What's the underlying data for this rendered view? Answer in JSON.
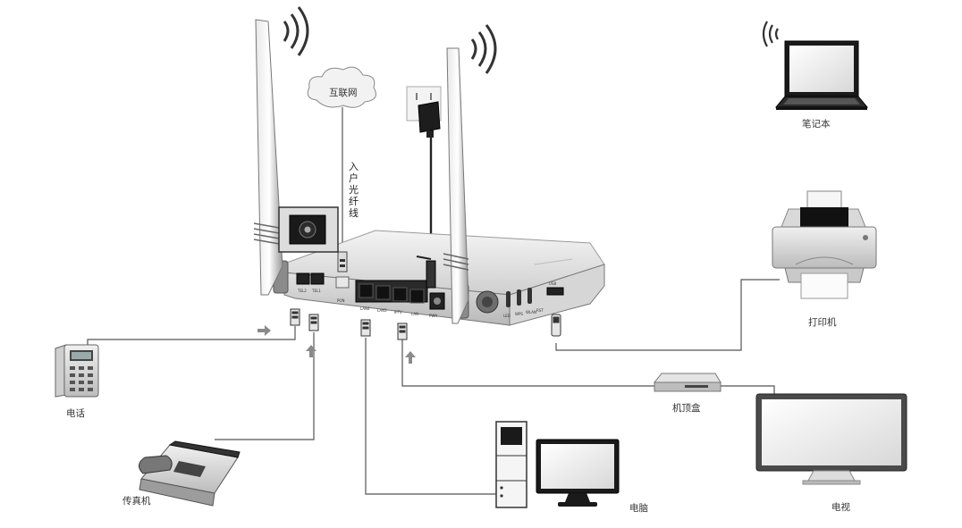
{
  "devices": {
    "laptop": "笔记本",
    "printer": "打印机",
    "settop": "机顶盒",
    "tv": "电视",
    "computer": "电脑",
    "phone": "电话",
    "fax": "传真机",
    "internet": "互联网",
    "fiber_chars": [
      "入",
      "户",
      "光",
      "纤",
      "线"
    ]
  },
  "ports": {
    "tel2": "TEL2",
    "tel1": "TEL1",
    "pon": "PON",
    "lan4": "LAN4",
    "lan3": "LAN3",
    "iptv": "IPTV",
    "lan": "LAN",
    "pwr": "PWR",
    "led": "LED",
    "wps": "WPS",
    "wlan": "WLAN",
    "rst": "RST",
    "usb": "USB"
  }
}
